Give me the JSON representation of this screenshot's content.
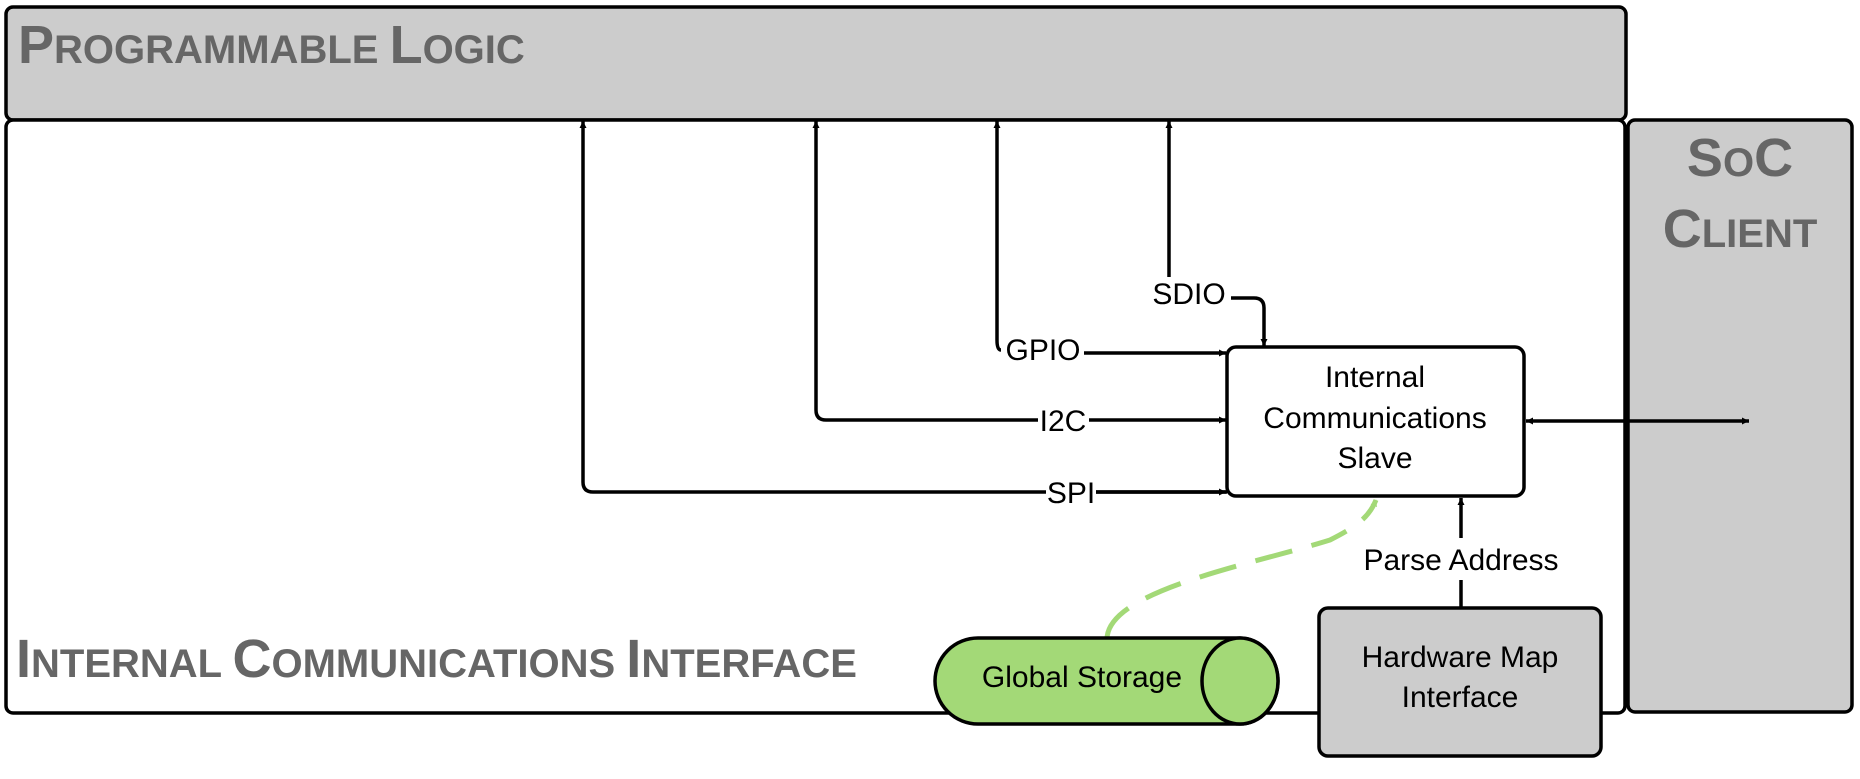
{
  "colors": {
    "container_fill": "#cccccc",
    "container_title": "#666666",
    "stroke": "#000000",
    "storage_fill": "#a3d977",
    "storage_link": "#a3d977",
    "box_fill": "#ffffff"
  },
  "containers": {
    "programmable_logic": {
      "title_big1": "P",
      "title_small1": "ROGRAMMABLE ",
      "title_big2": "L",
      "title_small2": "OGIC",
      "full": "Programmable Logic"
    },
    "internal_communications_interface": {
      "title_big1": "I",
      "title_small1": "NTERNAL ",
      "title_big2": "C",
      "title_small2": "OMMUNICATIONS ",
      "title_big3": "I",
      "title_small3": "NTERFACE",
      "full": "Internal Communications Interface"
    },
    "soc_client": {
      "line1_big1": "S",
      "line1_small1": "O",
      "line1_big2": "C",
      "line2_big1": "C",
      "line2_small1": "LIENT",
      "full": "SoC Client"
    }
  },
  "nodes": {
    "ics": {
      "lines": [
        "Internal",
        "Communications",
        "Slave"
      ]
    },
    "hmi": {
      "lines": [
        "Hardware Map",
        "Interface"
      ]
    },
    "storage": {
      "label": "Global Storage"
    }
  },
  "edges": {
    "spi": {
      "label": "SPI"
    },
    "i2c": {
      "label": "I2C"
    },
    "gpio": {
      "label": "GPIO"
    },
    "sdio": {
      "label": "SDIO"
    },
    "parse_address": {
      "label": "Parse Address"
    },
    "soc_link": {
      "direction": "bidirectional"
    },
    "storage_link": {
      "style": "dashed"
    }
  }
}
